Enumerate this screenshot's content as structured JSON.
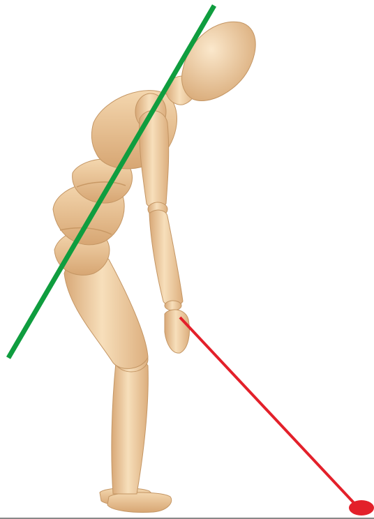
{
  "image": {
    "subject": "wooden-artist-mannequin",
    "pose": "bent-forward-posture",
    "background_color": "#ffffff"
  },
  "colors": {
    "wood_light": "#f6dcb6",
    "wood_mid": "#ebc493",
    "wood_dark": "#c99a66",
    "wood_shadow": "#b98554",
    "spine_line": "#0f9d3f",
    "club_line": "#e3202a",
    "ball": "#e3202a",
    "baseline": "#888888"
  },
  "overlays": {
    "spine_angle_line": "green-line",
    "club_shaft_line": "red-line",
    "ball_marker": "red-ellipse"
  }
}
